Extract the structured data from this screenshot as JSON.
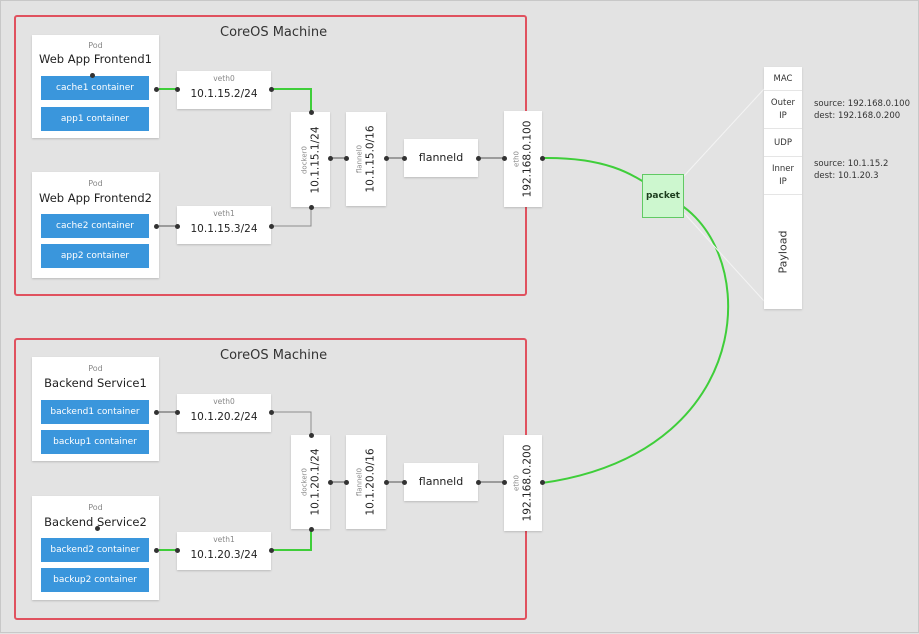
{
  "pod_label": "Pod",
  "machines": [
    {
      "title": "CoreOS Machine",
      "pods": [
        {
          "name": "Web App Frontend1",
          "containers": [
            "cache1 container",
            "app1 container"
          ]
        },
        {
          "name": "Web App Frontend2",
          "containers": [
            "cache2 container",
            "app2 container"
          ]
        }
      ],
      "veths": [
        {
          "label": "veth0",
          "ip": "10.1.15.2/24"
        },
        {
          "label": "veth1",
          "ip": "10.1.15.3/24"
        }
      ],
      "docker": {
        "label": "docker0",
        "ip": "10.1.15.1/24"
      },
      "flannel_if": {
        "label": "flannel0",
        "ip": "10.1.15.0/16"
      },
      "flanneld": "flanneld",
      "eth": {
        "label": "eth0",
        "ip": "192.168.0.100"
      }
    },
    {
      "title": "CoreOS Machine",
      "pods": [
        {
          "name": "Backend Service1",
          "containers": [
            "backend1 container",
            "backup1 container"
          ]
        },
        {
          "name": "Backend Service2",
          "containers": [
            "backend2 container",
            "backup2 container"
          ]
        }
      ],
      "veths": [
        {
          "label": "veth0",
          "ip": "10.1.20.2/24"
        },
        {
          "label": "veth1",
          "ip": "10.1.20.3/24"
        }
      ],
      "docker": {
        "label": "docker0",
        "ip": "10.1.20.1/24"
      },
      "flannel_if": {
        "label": "flannel0",
        "ip": "10.1.20.0/16"
      },
      "flanneld": "flanneld",
      "eth": {
        "label": "eth0",
        "ip": "192.168.0.200"
      }
    }
  ],
  "packet": {
    "label": "packet",
    "segments": [
      "MAC",
      "Outer IP",
      "UDP",
      "Inner IP",
      "Payload"
    ],
    "outer": {
      "source": "source: 192.168.0.100",
      "dest": "dest: 192.168.0.200"
    },
    "inner": {
      "source": "source: 10.1.15.2",
      "dest": "dest: 10.1.20.3"
    }
  },
  "colors": {
    "machine_border": "#e0525f",
    "container": "#3a96dc",
    "active_link": "#3fce3a",
    "packet_fill": "#cdf7cf"
  }
}
